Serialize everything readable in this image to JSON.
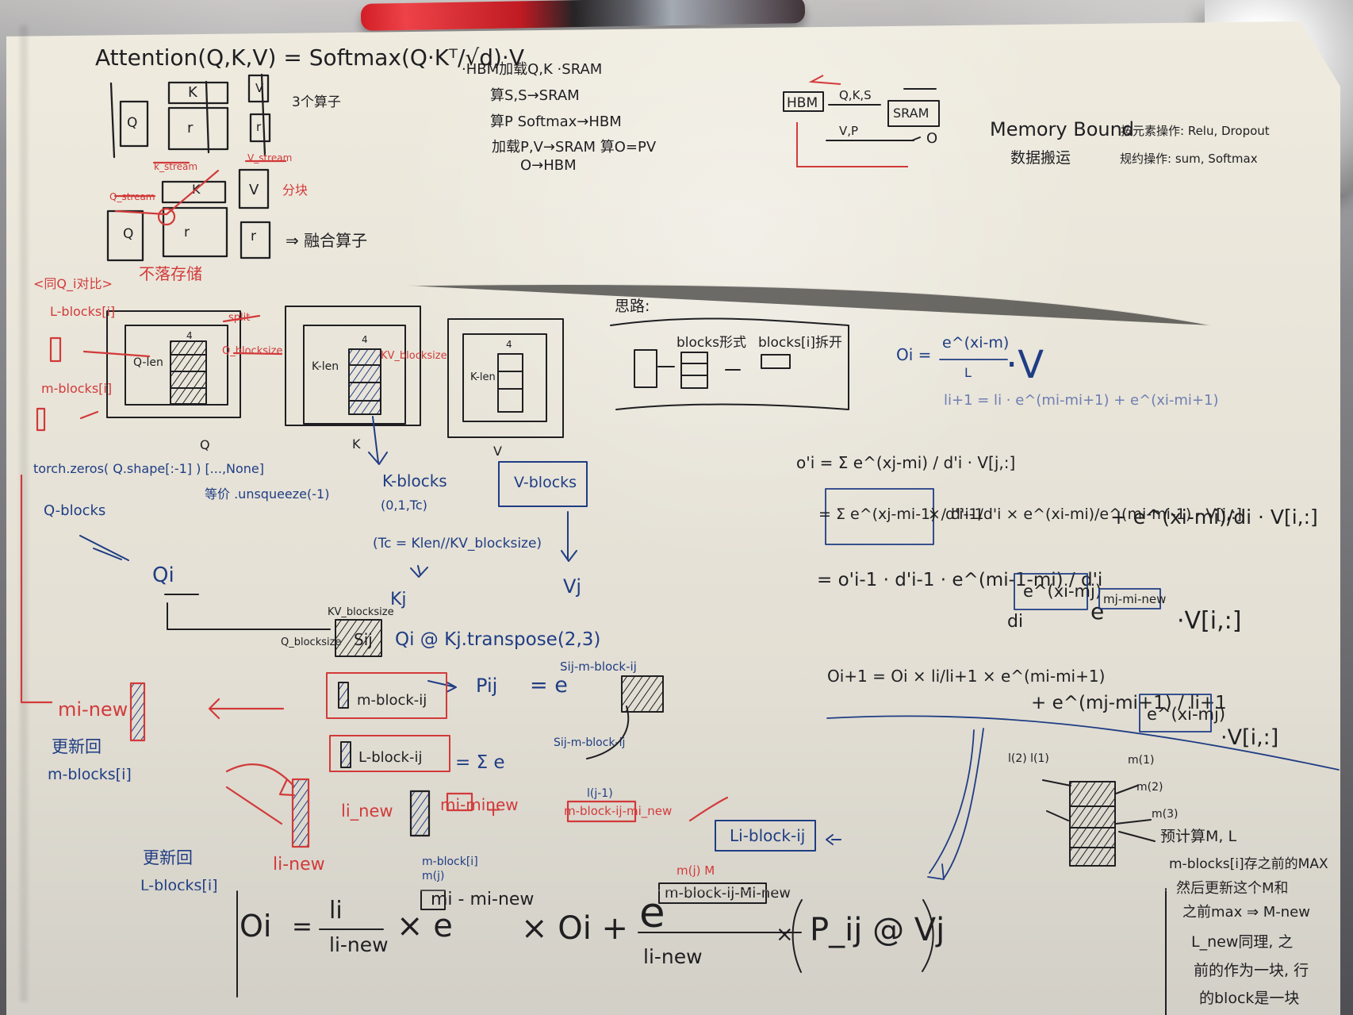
{
  "notes": {
    "attention_formula": "Attention(Q,K,V) = Softmax(Q·Kᵀ/√d)·V",
    "memory_bound": "Memory Bound",
    "hbm": "HBM",
    "sram": "SRAM",
    "oi": "Oi",
    "qi": "Qi",
    "kj": "Kj",
    "vj": "Vj",
    "q_blocks": "Q-blocks",
    "k_blocks": "K-blocks",
    "v_blocks": "V-blocks",
    "mi_new": "mi-new",
    "li_new": "li-new",
    "m_block_ij": "m-block-ij",
    "l_block_ij": "L-block-ij",
    "sij": "Sij",
    "pij": "Pij"
  },
  "colors": {
    "paper": "#ebe7dc",
    "black_ink": "#1f1f22",
    "blue_ink": "#1f3d84",
    "red_ink": "#d23a3a",
    "light_blue": "#6f7fb2"
  }
}
